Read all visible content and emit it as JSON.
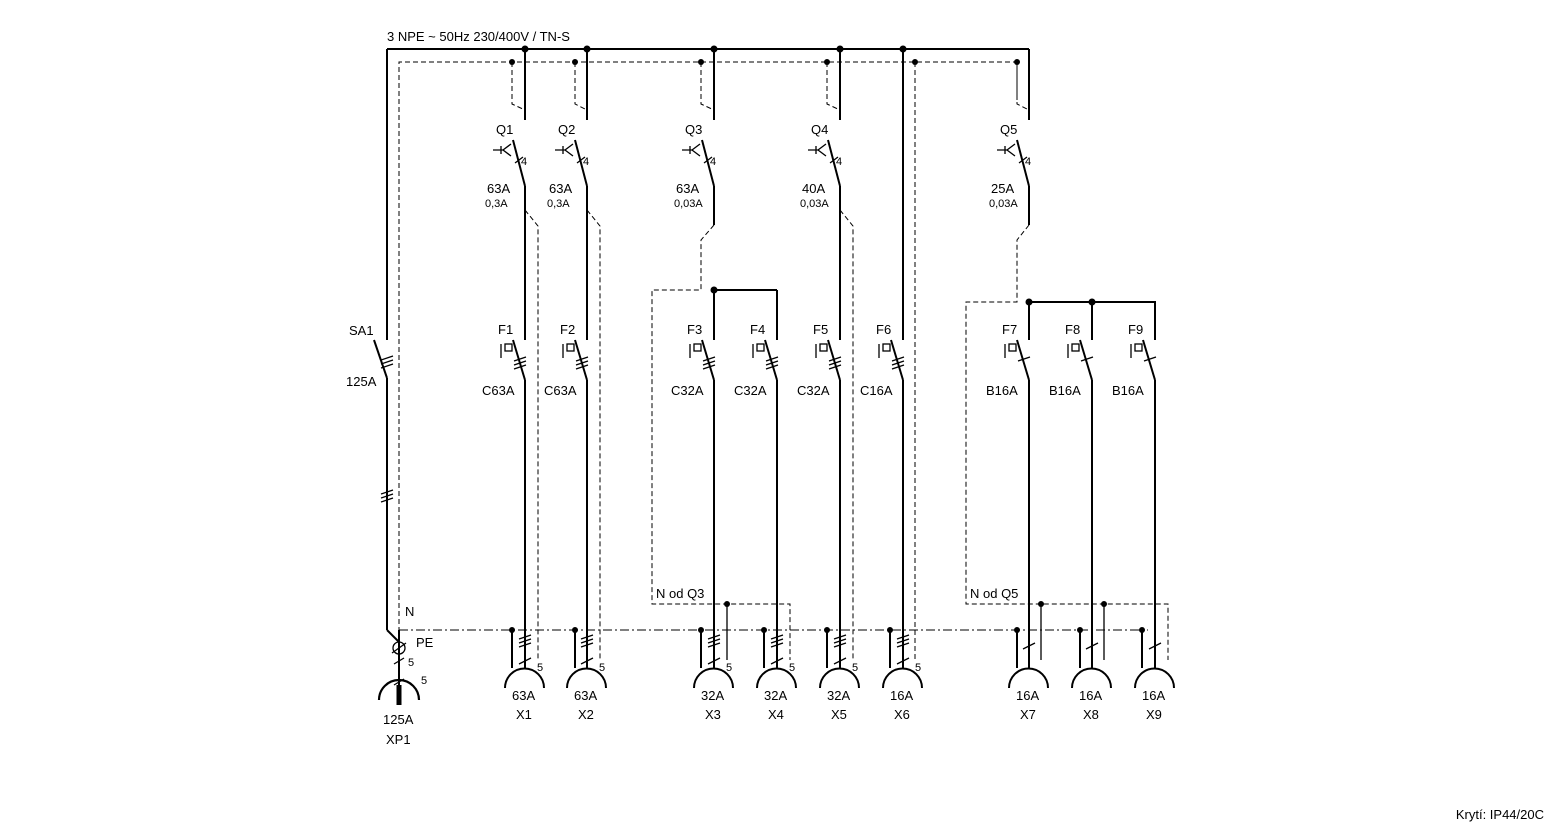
{
  "supply": {
    "label": "3 NPE ~ 50Hz  230/400V / TN-S"
  },
  "main_switch": {
    "id": "SA1",
    "rating": "125A"
  },
  "inlet": {
    "id": "XP1",
    "rating": "125A",
    "poles": "5",
    "n_label": "N",
    "pe_label": "PE"
  },
  "rcds": [
    {
      "id": "Q1",
      "rating": "63A",
      "sensitivity": "0,3A",
      "poles": "4"
    },
    {
      "id": "Q2",
      "rating": "63A",
      "sensitivity": "0,3A",
      "poles": "4"
    },
    {
      "id": "Q3",
      "rating": "63A",
      "sensitivity": "0,03A",
      "poles": "4"
    },
    {
      "id": "Q4",
      "rating": "40A",
      "sensitivity": "0,03A",
      "poles": "4"
    },
    {
      "id": "Q5",
      "rating": "25A",
      "sensitivity": "0,03A",
      "poles": "4"
    }
  ],
  "breakers": [
    {
      "id": "F1",
      "rating": "C63A"
    },
    {
      "id": "F2",
      "rating": "C63A"
    },
    {
      "id": "F3",
      "rating": "C32A"
    },
    {
      "id": "F4",
      "rating": "C32A"
    },
    {
      "id": "F5",
      "rating": "C32A"
    },
    {
      "id": "F6",
      "rating": "C16A"
    },
    {
      "id": "F7",
      "rating": "B16A"
    },
    {
      "id": "F8",
      "rating": "B16A"
    },
    {
      "id": "F9",
      "rating": "B16A"
    }
  ],
  "sockets": [
    {
      "id": "X1",
      "rating": "63A",
      "poles": "5"
    },
    {
      "id": "X2",
      "rating": "63A",
      "poles": "5"
    },
    {
      "id": "X3",
      "rating": "32A",
      "poles": "5"
    },
    {
      "id": "X4",
      "rating": "32A",
      "poles": "5"
    },
    {
      "id": "X5",
      "rating": "32A",
      "poles": "5"
    },
    {
      "id": "X6",
      "rating": "16A",
      "poles": "5"
    },
    {
      "id": "X7",
      "rating": "16A"
    },
    {
      "id": "X8",
      "rating": "16A"
    },
    {
      "id": "X9",
      "rating": "16A"
    }
  ],
  "neutral_notes": {
    "q3": "N od Q3",
    "q5": "N od Q5"
  },
  "footer": {
    "protection": "Krytí: IP44/20C"
  }
}
